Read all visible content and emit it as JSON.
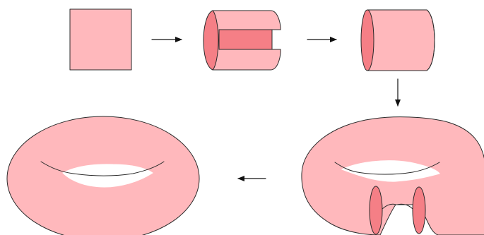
{
  "colors": {
    "surface": "#FFB8BC",
    "inner": "#F57F86",
    "outline": "#2A2A2A",
    "arrow": "#111111",
    "background": "#FFFFFF"
  },
  "steps": [
    {
      "id": "square",
      "description": ""
    },
    {
      "id": "rolling",
      "description": ""
    },
    {
      "id": "cylinder",
      "description": ""
    },
    {
      "id": "bent-cylinder",
      "description": ""
    },
    {
      "id": "torus",
      "description": ""
    }
  ],
  "arrows": [
    "square-to-rolling",
    "rolling-to-cylinder",
    "cylinder-to-bent",
    "bent-to-torus"
  ]
}
